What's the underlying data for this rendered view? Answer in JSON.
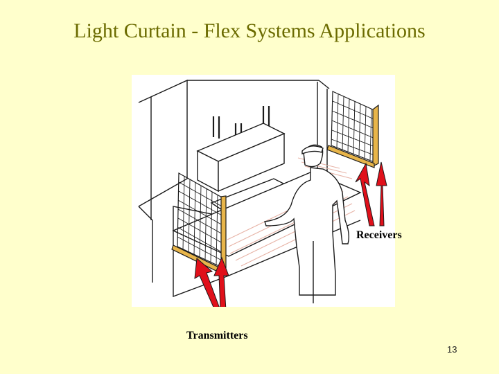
{
  "slide": {
    "title": "Light Curtain - Flex Systems Applications",
    "page_number": "13"
  },
  "illustration": {
    "labels": {
      "receivers": "Receivers",
      "transmitters": "Transmitters"
    },
    "colors": {
      "arrow": "#e0101a",
      "frame": "#e8b54a",
      "floor_stripes": "#e7b3a6",
      "line": "#1a1a1a"
    }
  }
}
